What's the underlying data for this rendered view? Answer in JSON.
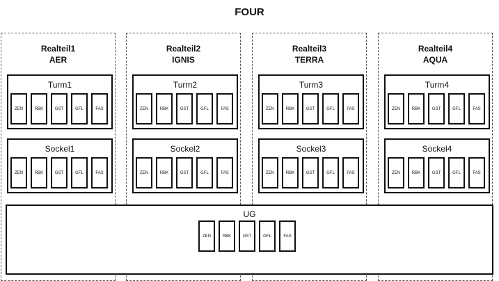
{
  "title": "FOUR",
  "realteile": [
    {
      "name": "Realteil1",
      "element": "AER",
      "turm": "Turm1",
      "sockel": "Sockel1"
    },
    {
      "name": "Realteil2",
      "element": "IGNIS",
      "turm": "Turm2",
      "sockel": "Sockel2"
    },
    {
      "name": "Realteil3",
      "element": "TERRA",
      "turm": "Turm3",
      "sockel": "Sockel3"
    },
    {
      "name": "Realteil4",
      "element": "AQUA",
      "turm": "Turm4",
      "sockel": "Sockel4"
    }
  ],
  "units": [
    "ZEN",
    "RBK",
    "GST",
    "GFL",
    "FAS"
  ],
  "ug": {
    "label": "UG"
  }
}
